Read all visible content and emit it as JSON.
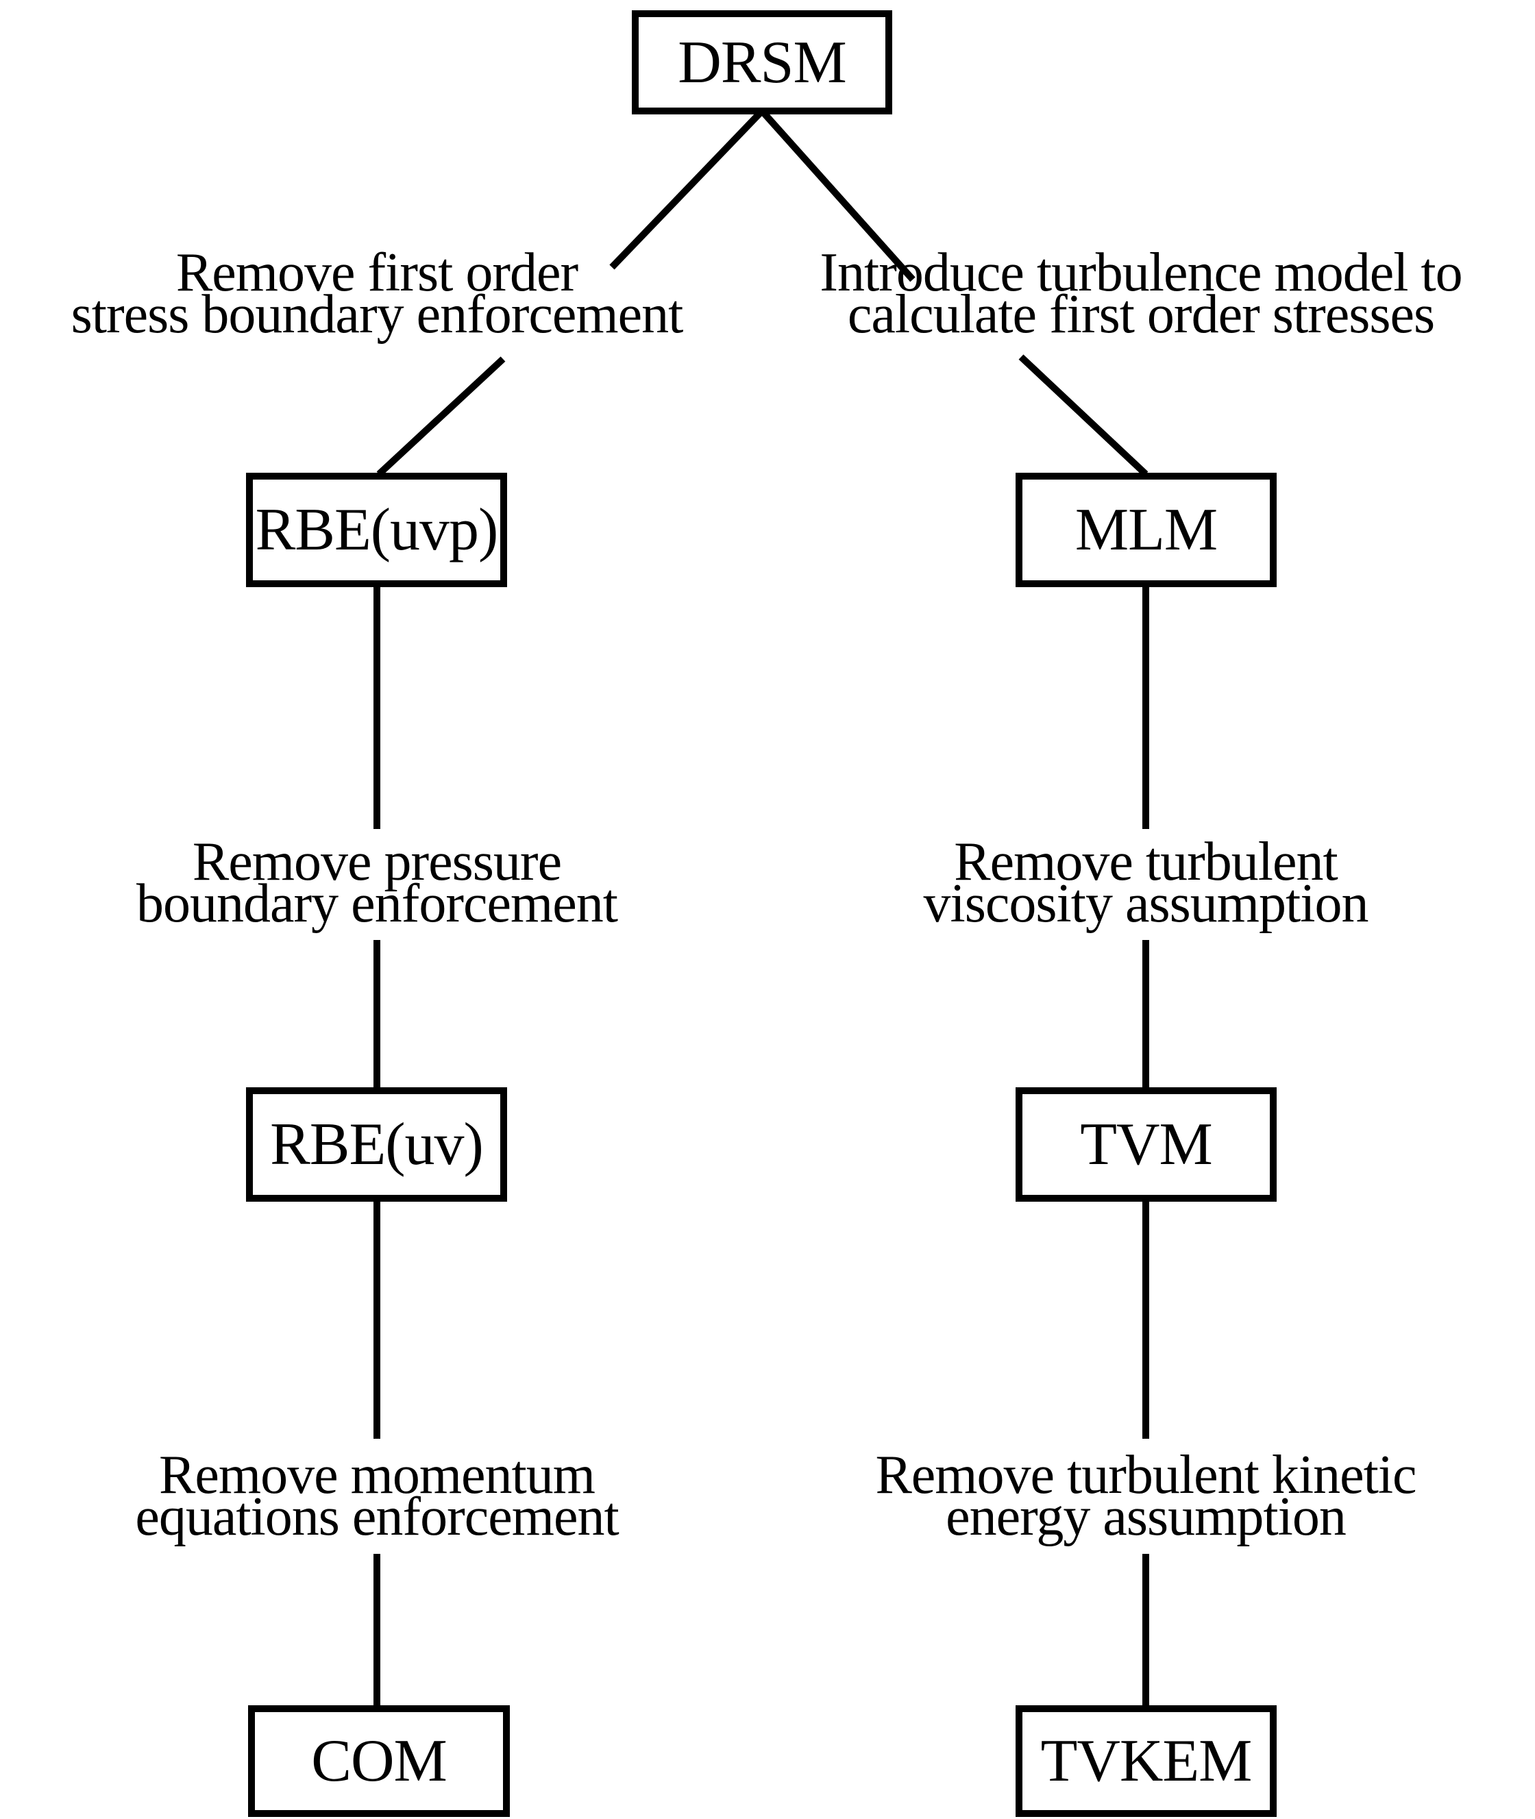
{
  "diagram": {
    "type": "tree",
    "colors": {
      "background": "#ffffff",
      "line": "#000000",
      "text": "#000000"
    },
    "nodes": {
      "drsm": {
        "label": "DRSM"
      },
      "rbe_uvp": {
        "label": "RBE(uvp)"
      },
      "mlm": {
        "label": "MLM"
      },
      "rbe_uv": {
        "label": "RBE(uv)"
      },
      "tvm": {
        "label": "TVM"
      },
      "com": {
        "label": "COM"
      },
      "tvkem": {
        "label": "TVKEM"
      }
    },
    "edge_labels": {
      "drsm_to_rbe_uvp": {
        "line1": "Remove first order",
        "line2": "stress boundary enforcement"
      },
      "drsm_to_mlm": {
        "line1": "Introduce turbulence model to",
        "line2": "calculate first order stresses"
      },
      "rbe_uvp_to_rbe_uv": {
        "line1": "Remove pressure",
        "line2": "boundary enforcement"
      },
      "mlm_to_tvm": {
        "line1": "Remove turbulent",
        "line2": "viscosity assumption"
      },
      "rbe_uv_to_com": {
        "line1": "Remove momentum",
        "line2": "equations enforcement"
      },
      "tvm_to_tvkem": {
        "line1": "Remove turbulent kinetic",
        "line2": "energy assumption"
      }
    }
  }
}
